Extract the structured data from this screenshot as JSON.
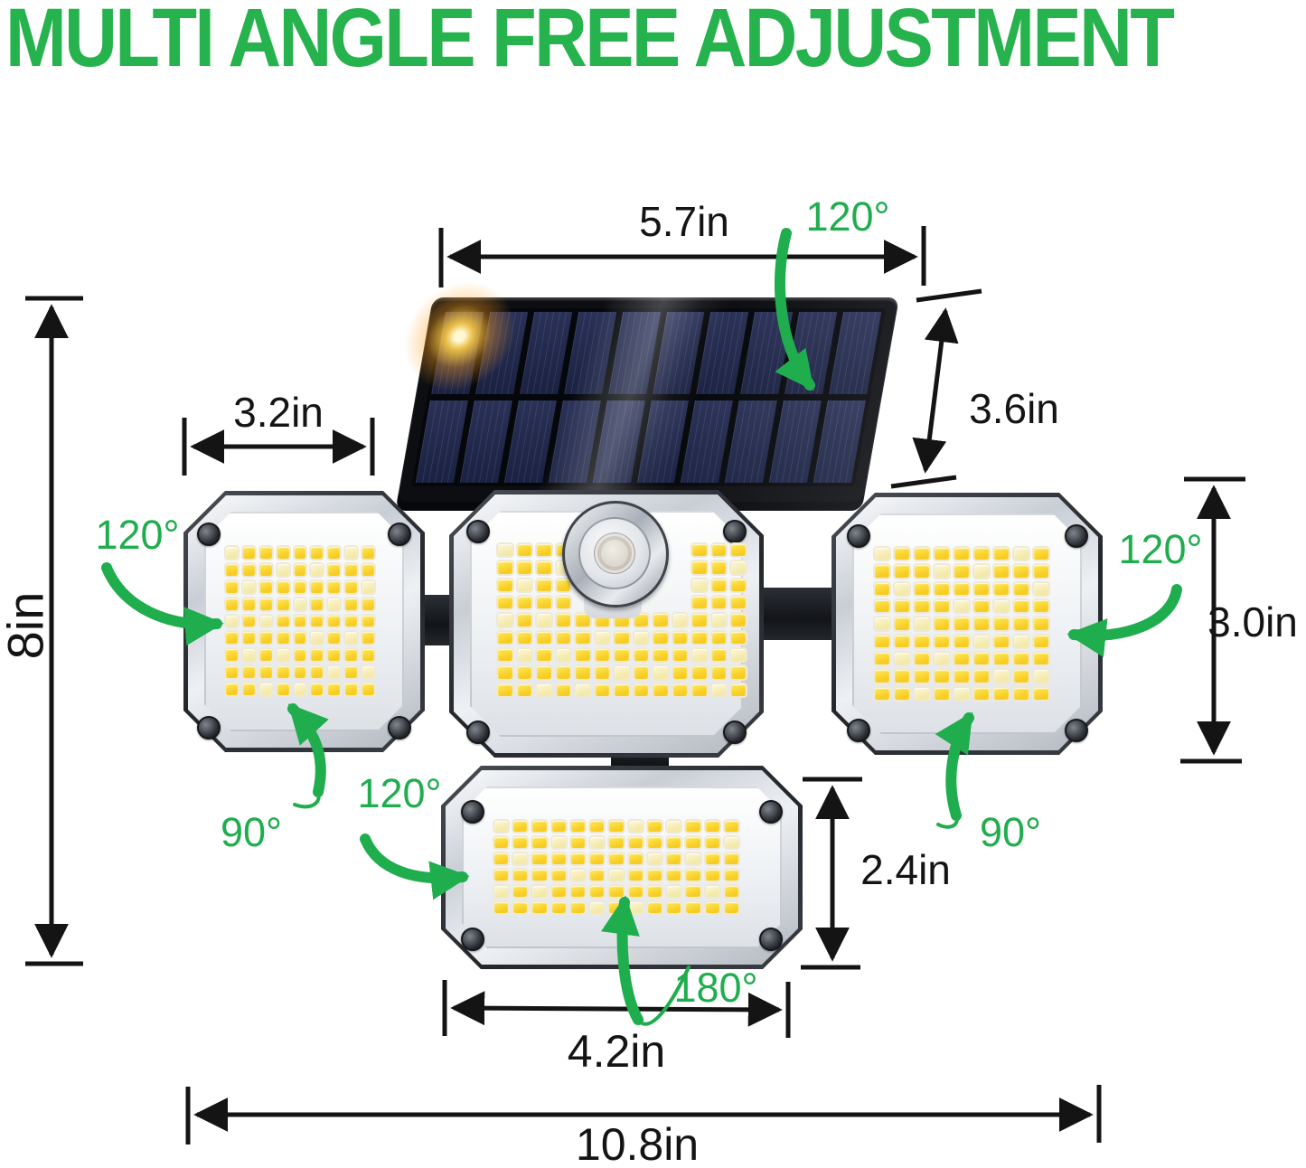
{
  "title": "MULTI ANGLE FREE ADJUSTMENT",
  "colors": {
    "title_green": "#26b24c",
    "arrow_green": "#1fad4e",
    "dimension_black": "#141414",
    "led_yellow": "#f7cd22",
    "solar_cell_navy": "#232b4d"
  },
  "dimensions": {
    "solar_panel_width": {
      "label": "5.7in"
    },
    "solar_panel_height": {
      "label": "3.6in"
    },
    "left_head_width": {
      "label": "3.2in"
    },
    "total_height": {
      "label": "8in"
    },
    "right_head_height": {
      "label": "3.0in"
    },
    "bottom_head_height": {
      "label": "2.4in"
    },
    "bottom_head_width": {
      "label": "4.2in"
    },
    "total_width": {
      "label": "10.8in"
    }
  },
  "angles": {
    "solar_panel_tilt": {
      "label": "120°"
    },
    "left_head_swivel": {
      "label": "120°"
    },
    "left_head_tilt": {
      "label": "90°"
    },
    "bottom_head_swivel": {
      "label": "120°"
    },
    "bottom_head_rotate": {
      "label": "180°"
    },
    "right_head_swivel": {
      "label": "120°"
    },
    "right_head_tilt": {
      "label": "90°"
    }
  },
  "product": {
    "solar_panel": {
      "cell_columns": 10,
      "cell_rows": 2
    },
    "heads": [
      {
        "name": "left-light-head",
        "led_columns": 9,
        "led_rows": 9
      },
      {
        "name": "center-light-head",
        "led_columns": 13,
        "led_rows": 9,
        "has_motion_sensor": true
      },
      {
        "name": "right-light-head",
        "led_columns": 9,
        "led_rows": 9
      },
      {
        "name": "bottom-light-head",
        "led_columns": 13,
        "led_rows": 6
      }
    ]
  }
}
